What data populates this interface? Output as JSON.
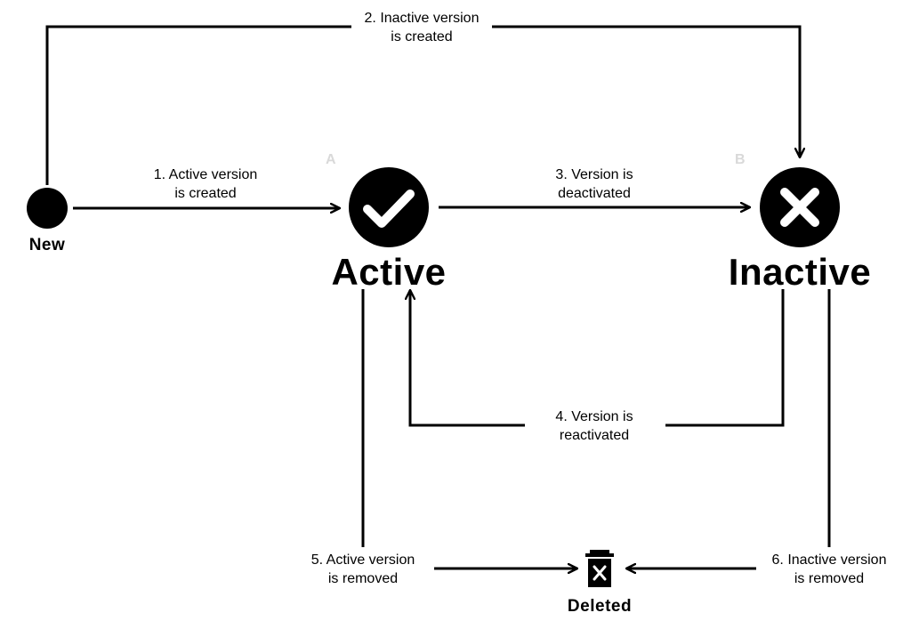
{
  "states": {
    "new": {
      "label": "New"
    },
    "active": {
      "label": "Active",
      "tag": "A"
    },
    "inactive": {
      "label": "Inactive",
      "tag": "B"
    },
    "deleted": {
      "label": "Deleted"
    }
  },
  "transitions": [
    {
      "id": "t1",
      "line1": "1. Active version",
      "line2": "is created"
    },
    {
      "id": "t2",
      "line1": "2. Inactive version",
      "line2": "is created"
    },
    {
      "id": "t3",
      "line1": "3. Version is",
      "line2": "deactivated"
    },
    {
      "id": "t4",
      "line1": "4. Version is",
      "line2": "reactivated"
    },
    {
      "id": "t5",
      "line1": "5. Active version",
      "line2": "is removed"
    },
    {
      "id": "t6",
      "line1": "6. Inactive version",
      "line2": "is removed"
    }
  ],
  "icons": {
    "active": "check-icon",
    "inactive": "x-icon",
    "deleted": "trash-icon"
  },
  "colors": {
    "ink": "#000000",
    "tag": "#d9d9d9",
    "background": "#ffffff"
  }
}
